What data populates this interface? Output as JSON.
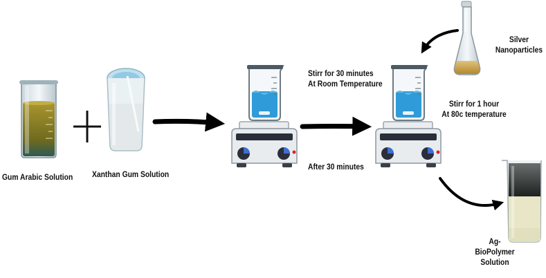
{
  "labels": {
    "gum_arabic": "Gum Arabic Solution",
    "xanthan_gum": "Xanthan Gum Solution",
    "stir_30_min": [
      "Stirr for 30 minutes",
      "At Room Temperature"
    ],
    "after_30_min": "After  30 minutes",
    "silver_nanoparticles": [
      "Silver",
      "Nanoparticles"
    ],
    "stir_1_hour": [
      "Stirr for 1 hour",
      "At 80c temperature"
    ],
    "product": [
      "Ag-",
      "BioPolymer",
      "Solution"
    ]
  },
  "icons": [
    "beaker-gum-arabic",
    "beaker-xanthan-gum",
    "plus-sign",
    "hotplate-stirrer",
    "hotplate-stirrer",
    "erlenmeyer-flask",
    "beaker-product",
    "arrow"
  ],
  "colors": {
    "gum_arabic_liquid": "#8a7a22",
    "xanthan_liquid": "#e6ecec",
    "stir_liquid": "#2f9bd8",
    "nanoparticle_liquid": "#c9a24a",
    "product_liquid": "#e8e6c6",
    "hotplate_body": "#e8ecef",
    "hotplate_dark": "#2a2f3a",
    "arrow": "#000000"
  }
}
